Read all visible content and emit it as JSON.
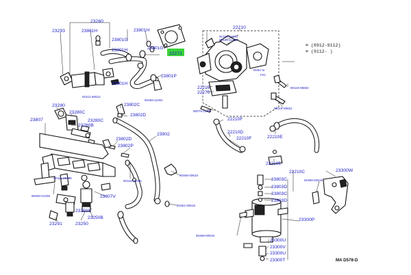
{
  "callouts": {
    "c23260": "23260",
    "c23293": "23293",
    "c23801H_a": "23801H",
    "c23801G_a": "23801G",
    "c23801H_b": "23801H",
    "c23801G_b": "23801G",
    "c23801H_c": "23801H",
    "c23801P": "23801P",
    "c23801H_d": "23801H",
    "c91511": "91511-60612",
    "c90469": "90469-11001",
    "c22271": "22271",
    "c22210": "22210",
    "c91325": "91325-14014",
    "c90105": "90105-11038",
    "c22215": "22215",
    "c22270": "22270",
    "c90119_a": "90119-08832",
    "c90119_b": "90119-08831",
    "c90079": "90079-11001",
    "c23280": "23280",
    "c23280C_a": "23280C",
    "c23280B": "23280B",
    "c23280C_b": "23280C",
    "c23802C": "23802C",
    "c23802D_a": "23802D",
    "c23807": "23807",
    "c23802D_b": "23802D",
    "c23802P": "23802P",
    "c23902": "23902",
    "c22210F_a": "22210F",
    "c22210D": "22210D",
    "c22210F_b": "22210F",
    "c22210E_a": "22210E",
    "c22210E_b": "22210E",
    "c22210C": "22210C",
    "c90119_c": "90119-08456",
    "c90119_d": "90119-06206",
    "c90466": "90466-00610",
    "c91666_a": "91666-60616",
    "c23300W": "23300W",
    "c23803C_a": "23803C",
    "c23803D_a": "23803D",
    "c23803C_b": "23803C",
    "c23803D_b": "23803D",
    "c23300P": "23300P",
    "c90929": "90929-01255",
    "c23807V": "23807V",
    "c91651": "91651-60616",
    "c23250C": "23250C",
    "c23250B": "23250B",
    "c23291": "23291",
    "c23250": "23250",
    "c91666_b": "91666-60616",
    "c23300U_a": "23300U",
    "c23300V": "23300V",
    "c23300U_b": "23300U",
    "c23300T": "23300T",
    "inner_refer": "Refer to",
    "inner_fig": "FIG"
  },
  "notes": {
    "line1": "⌧ (8912-9112)",
    "line2": "⌧ (9112-   )"
  },
  "diagram_code": "MA D578-D",
  "highlight_color": "#3ad33a",
  "ink_color": "#1a1ac8"
}
